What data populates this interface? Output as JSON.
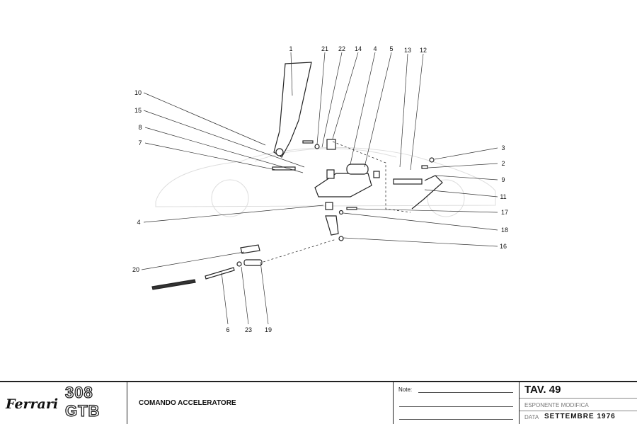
{
  "callouts": {
    "top": [
      "1",
      "21",
      "22",
      "14",
      "4",
      "5",
      "13",
      "12"
    ],
    "left": [
      "10",
      "15",
      "8",
      "7",
      "4",
      "20"
    ],
    "right": [
      "3",
      "2",
      "9",
      "11",
      "17",
      "18",
      "16"
    ],
    "bottom": [
      "6",
      "23",
      "19"
    ]
  },
  "title_block": {
    "brand": "Ferrari",
    "model_number": "308",
    "model_name": "GTB",
    "title": "COMANDO  ACCELERATORE",
    "note_label": "Note:",
    "table_label": "TAV.  49",
    "esponente_label": "ESPONENTE  MODIFICA",
    "data_label": "DATA",
    "data_value": "SETTEMBRE 1976"
  }
}
